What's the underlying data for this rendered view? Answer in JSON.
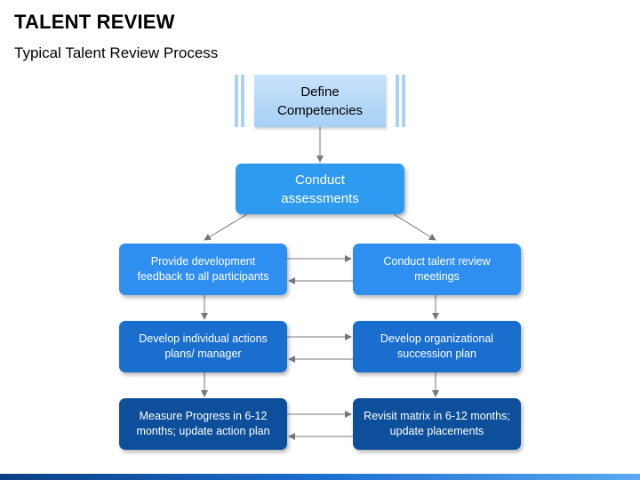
{
  "header": {
    "title": "TALENT REVIEW",
    "subtitle": "Typical Talent Review Process"
  },
  "steps": {
    "define": "Define\nCompetencies",
    "conduct": "Conduct\nassessments",
    "provide_feedback": "Provide development\nfeedback to all participants",
    "talent_review_meetings": "Conduct talent review\nmeetings",
    "individual_actions": "Develop individual actions\nplans/ manager",
    "succession_plan": "Develop organizational\nsuccession plan",
    "measure_progress": "Measure Progress in 6-12\nmonths; update action plan",
    "revisit_matrix": "Revisit matrix in 6-12 months;\nupdate placements"
  },
  "colors": {
    "define_fill": "#b6d9f8",
    "conduct_fill": "#2e9bf0",
    "level1_fill": "#2f8ff0",
    "level2_fill": "#1a6fce",
    "level3_fill": "#0d4f9a",
    "arrow": "#777777"
  }
}
